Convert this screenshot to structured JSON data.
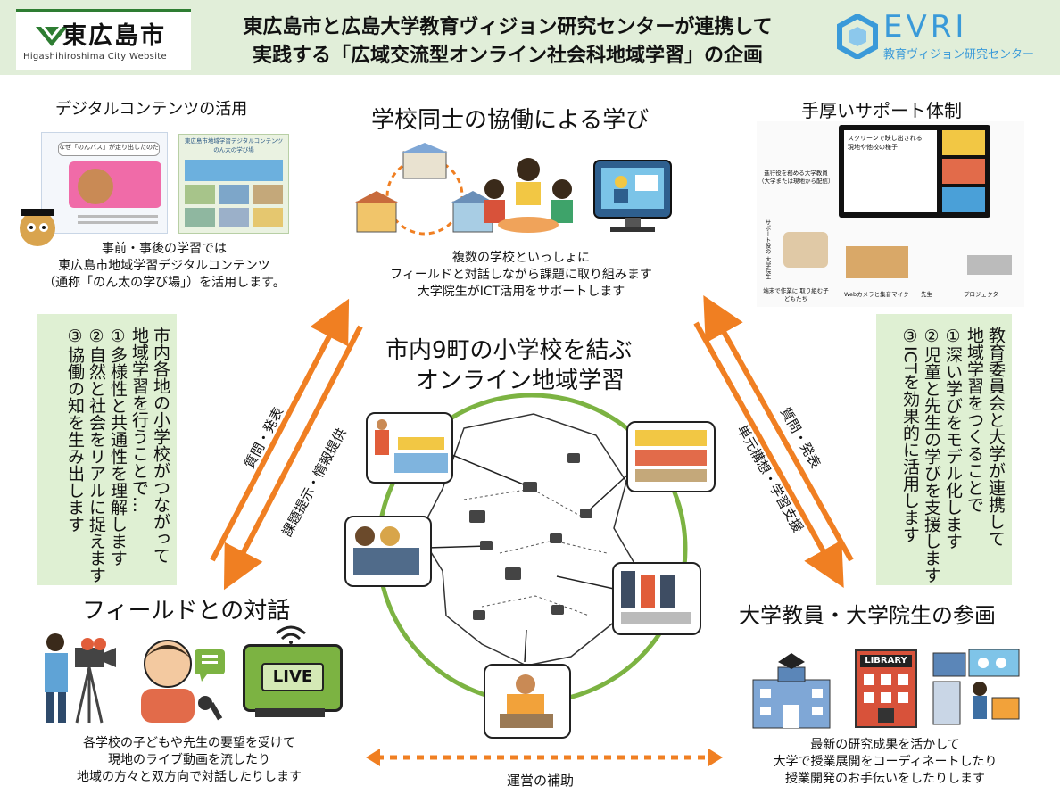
{
  "header": {
    "logo_name": "東広島市",
    "logo_sub": "Higashihiroshima City Website",
    "title_line1": "東広島市と広島大学教育ヴィジョン研究センターが連携して",
    "title_line2": "実践する「広域交流型オンライン社会科地域学習」の企画",
    "evri_name": "EVRI",
    "evri_sub": "教育ヴィジョン研究センター"
  },
  "top_left": {
    "title": "デジタルコンテンツの活用",
    "caption": [
      "事前・事後の学習では",
      "東広島市地域学習デジタルコンテンツ",
      "（通称「のん太の学び場」）を活用します。"
    ],
    "thumb1_text": "なぜ「のんバス」が走り出したのだろう？",
    "thumb2_text": "東広島市地域学習デジタルコンテンツ のん太の学び場"
  },
  "top_center": {
    "title": "学校同士の協働による学び",
    "caption": [
      "複数の学校といっしょに",
      "フィールドと対話しながら課題に取り組みます",
      "大学院生がICT活用をサポートします"
    ]
  },
  "top_right": {
    "title": "手厚いサポート体制",
    "photo_labels": [
      "スクリーンで映し出される 現地や他校の様子",
      "進行役を務める大学教員 （大学または現地から配信）",
      "サポート役の 大学院生",
      "端末で作業に 取り組む子どもたち",
      "Webカメラと集音マイク",
      "先生",
      "プロジェクター"
    ]
  },
  "left_box": {
    "lines": [
      "市内各地の小学校がつながって",
      "地域学習を行うことで…",
      "①多様性と共通性を理解します",
      "②自然と社会をリアルに捉えます",
      "③協働の知を生み出します"
    ]
  },
  "right_box": {
    "lines": [
      "教育委員会と大学が連携して",
      "地域学習をつくることで",
      "①深い学びをモデル化します",
      "②児童と先生の学びを支援します",
      "③ICTを効果的に活用します"
    ]
  },
  "center": {
    "title_line1": "市内9町の小学校を結ぶ",
    "title_line2": "オンライン地域学習"
  },
  "arrows": {
    "left_up": "質問・発表",
    "left_down": "課題提示・情報提供",
    "right_down": "質問・発表",
    "right_up": "単元構想・学習支援",
    "bottom": "運営の補助"
  },
  "bottom_left": {
    "title": "フィールドとの対話",
    "live_label": "LIVE",
    "caption": [
      "各学校の子どもや先生の要望を受けて",
      "現地のライブ動画を流したり",
      "地域の方々と双方向で対話したりします"
    ]
  },
  "bottom_right": {
    "title": "大学教員・大学院生の参画",
    "library_label": "LIBRARY",
    "caption": [
      "最新の研究成果を活かして",
      "大学で授業展開をコーディネートしたり",
      "授業開発のお手伝いをしたりします"
    ]
  },
  "colors": {
    "header_bg": "#e1eed9",
    "box_bg": "#dff0d3",
    "arrow": "#f07f22",
    "circle": "#7cb342",
    "evri": "#3a9ad9"
  }
}
